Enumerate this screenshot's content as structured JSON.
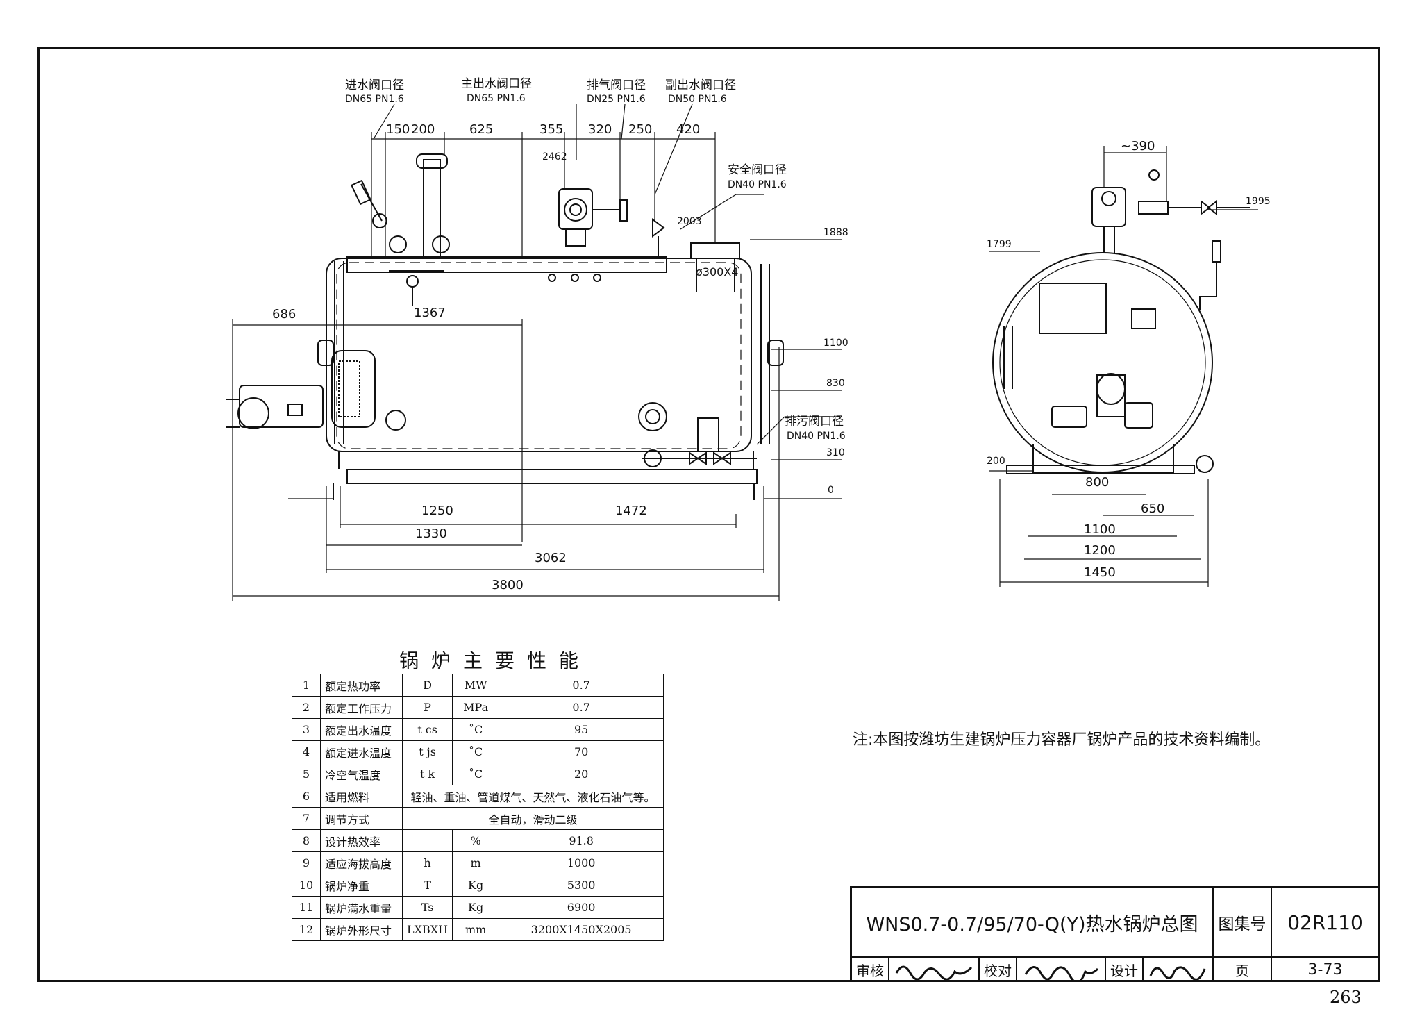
{
  "labels": {
    "inlet_valve": "进水阀口径",
    "inlet_valve_spec": "DN65 PN1.6",
    "main_outlet_valve": "主出水阀口径",
    "main_outlet_valve_spec": "DN65 PN1.6",
    "vent_valve": "排气阀口径",
    "vent_valve_spec": "DN25 PN1.6",
    "aux_outlet_valve": "副出水阀口径",
    "aux_outlet_valve_spec": "DN50 PN1.6",
    "safety_valve": "安全阀口径",
    "safety_valve_spec": "DN40 PN1.6",
    "drain_valve": "排污阀口径",
    "drain_valve_spec": "DN40 PN1.6",
    "chimney": "ø300X4"
  },
  "front_view_dims": {
    "top": [
      "150",
      "200",
      "625",
      "355",
      "320",
      "250",
      "420"
    ],
    "d2462": "2462",
    "d2003": "2003",
    "d686": "686",
    "d1367": "1367",
    "d1250": "1250",
    "d1472": "1472",
    "d1330": "1330",
    "d3062": "3062",
    "d3800": "3800",
    "levels": [
      "1888",
      "1100",
      "830",
      "310",
      "0"
    ]
  },
  "side_view_dims": {
    "d390": "~390",
    "d1995": "1995",
    "d1799": "1799",
    "d200": "200",
    "d800": "800",
    "d650": "650",
    "d1100": "1100",
    "d1200": "1200",
    "d1450": "1450"
  },
  "performance": {
    "title": "锅炉主要性能",
    "rows": [
      {
        "no": "1",
        "name": "额定热功率",
        "sym": "D",
        "unit": "MW",
        "val": "0.7"
      },
      {
        "no": "2",
        "name": "额定工作压力",
        "sym": "P",
        "unit": "MPa",
        "val": "0.7"
      },
      {
        "no": "3",
        "name": "额定出水温度",
        "sym": "t cs",
        "unit": "˚C",
        "val": "95"
      },
      {
        "no": "4",
        "name": "额定进水温度",
        "sym": "t js",
        "unit": "˚C",
        "val": "70"
      },
      {
        "no": "5",
        "name": "冷空气温度",
        "sym": "t k",
        "unit": "˚C",
        "val": "20"
      },
      {
        "no": "6",
        "name": "适用燃料",
        "span": "轻油、重油、管道煤气、天然气、液化石油气等。"
      },
      {
        "no": "7",
        "name": "调节方式",
        "span": "全自动，滑动二级"
      },
      {
        "no": "8",
        "name": "设计热效率",
        "sym": "",
        "unit": "%",
        "val": "91.8"
      },
      {
        "no": "9",
        "name": "适应海拔高度",
        "sym": "h",
        "unit": "m",
        "val": "1000"
      },
      {
        "no": "10",
        "name": "锅炉净重",
        "sym": "T",
        "unit": "Kg",
        "val": "5300"
      },
      {
        "no": "11",
        "name": "锅炉满水重量",
        "sym": "Ts",
        "unit": "Kg",
        "val": "6900"
      },
      {
        "no": "12",
        "name": "锅炉外形尺寸",
        "sym": "LXBXH",
        "unit": "mm",
        "val": "3200X1450X2005"
      }
    ]
  },
  "note": "注:本图按潍坊生建锅炉压力容器厂锅炉产品的技术资料编制。",
  "title_block": {
    "drawing_title": "WNS0.7-0.7/95/70-Q(Y)热水锅炉总图",
    "set_label": "图集号",
    "set_no": "02R110",
    "review": "审核",
    "check": "校对",
    "design": "设计",
    "page_label": "页",
    "page_no": "3-73"
  },
  "page_number": "263"
}
